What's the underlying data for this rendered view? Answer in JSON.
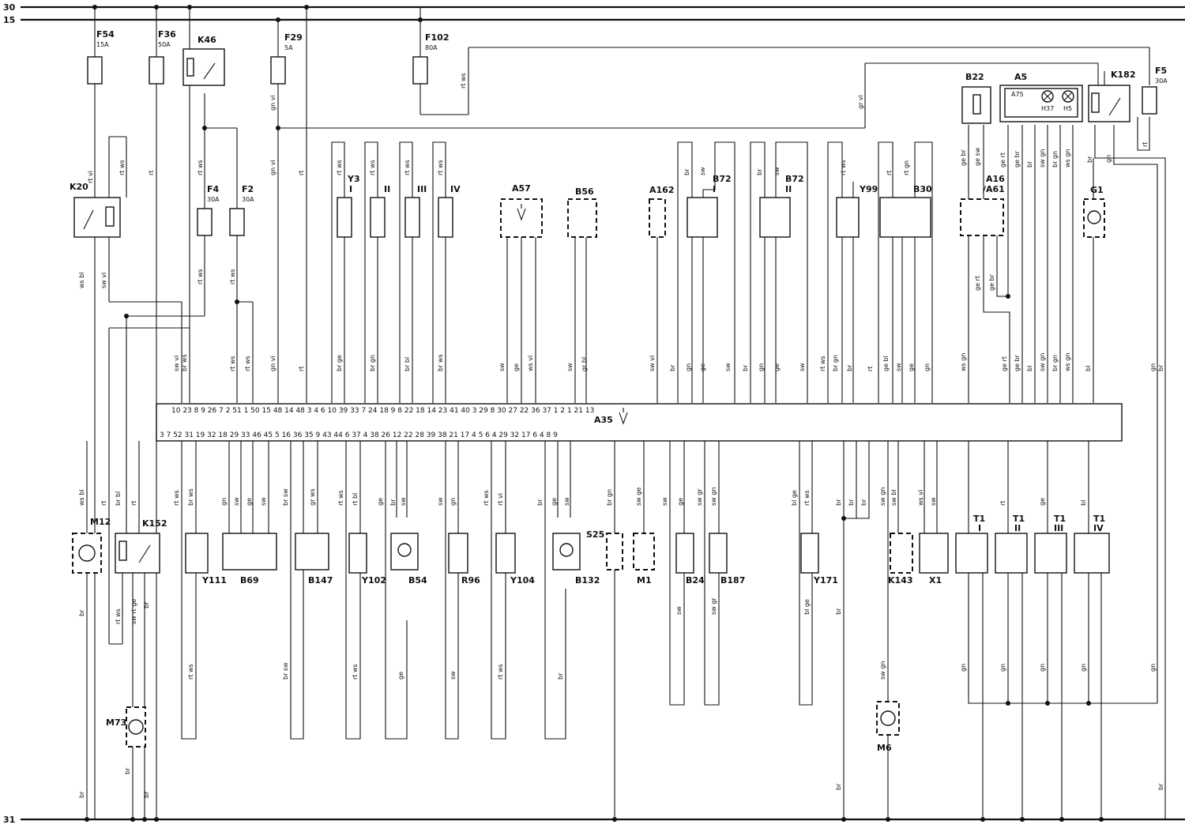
{
  "rails": {
    "r30": "30",
    "r15": "15",
    "r31": "31"
  },
  "ecu": {
    "label": "A35",
    "top_pins": "10 23 8 9 26 7 2 51 1 50 15 48 14 48 3 4 6 10 39 33 7 24 18 9 8 22 18 14 23 41 40 3 29 8 30 27 22 36 37 1 2 1 21 13",
    "bottom_pins": "3 7 52 31 19 32 18 29 33 46 45 5 16 36 35 9 43 44 6 37 4 38 26 12 22 28 39 38 21 17 4 5 6 4 29 32 17 6 4 8 9"
  },
  "fuses": [
    {
      "id": "F54",
      "rating": "15A"
    },
    {
      "id": "F36",
      "rating": "50A"
    },
    {
      "id": "F29",
      "rating": "5A"
    },
    {
      "id": "F102",
      "rating": "80A"
    },
    {
      "id": "F4",
      "rating": "30A"
    },
    {
      "id": "F2",
      "rating": "30A"
    },
    {
      "id": "F5",
      "rating": "30A"
    }
  ],
  "relays": {
    "K46": "K46",
    "K20": "K20",
    "K152": "K152",
    "K182": "K182"
  },
  "injectors": {
    "Y3": "Y3",
    "n1": "I",
    "n2": "II",
    "n3": "III",
    "n4": "IV"
  },
  "components": {
    "A57": "A57",
    "B56": "B56",
    "A162": "A162",
    "B72": "B72",
    "B72_r1": "I",
    "B72_r2": "II",
    "Y99": "Y99",
    "B30": "B30",
    "B22": "B22",
    "A5": "A5",
    "A75": "A75",
    "H37": "H37",
    "H5": "H5",
    "A16": "A16",
    "A61": "/A61",
    "G1": "G1",
    "M12": "M12",
    "Y111": "Y111",
    "B69": "B69",
    "B147": "B147",
    "Y102": "Y102",
    "B54": "B54",
    "R96": "R96",
    "Y104": "Y104",
    "B132": "B132",
    "S25": "S25",
    "M1": "M1",
    "B24": "B24",
    "B187": "B187",
    "Y171": "Y171",
    "K143": "K143",
    "X1": "X1",
    "M73": "M73",
    "M6": "M6"
  },
  "coils": {
    "T1": "T1",
    "c1": "I",
    "c2": "II",
    "c3": "III",
    "c4": "IV"
  },
  "wires": {
    "rt_vi": "rt vi",
    "rt_ws": "rt ws",
    "rt": "rt",
    "gn_vi": "gn vi",
    "gr_vi": "gr vi",
    "ws_bl": "ws bl",
    "sw_vi": "sw vi",
    "br_ws": "br ws",
    "br_ge": "br ge",
    "br_gn": "br gn",
    "br_bl": "br bl",
    "sw": "sw",
    "ge": "ge",
    "ws_vi": "ws vi",
    "gr_bl": "gr bl",
    "br": "br",
    "gn": "gn",
    "ge_br": "ge br",
    "ge_sw": "ge sw",
    "ge_rt": "ge rt",
    "ge_bl": "ge bl",
    "rt_gn": "rt gn",
    "bl": "bl",
    "sw_gn": "sw gn",
    "ws_gn": "ws gn",
    "br_sw": "br sw",
    "gr_ws": "gr ws",
    "rt_bl": "rt bl",
    "sw_ge": "sw ge",
    "sw_gr": "sw gr",
    "bl_ge": "bl ge",
    "sw_bl": "sw bl",
    "sw_rt_ge": "sw rt ge"
  }
}
